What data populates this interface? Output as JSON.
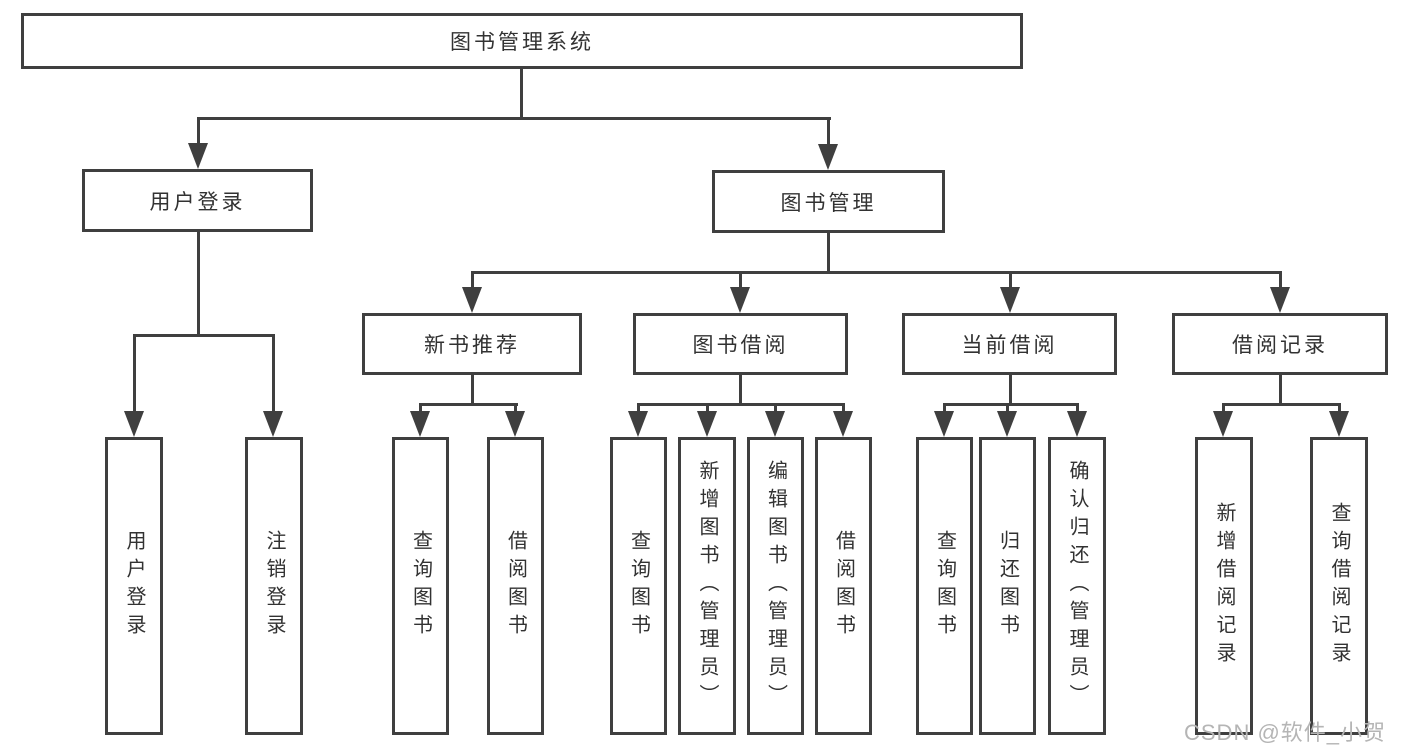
{
  "diagram": {
    "title": "图书管理系统",
    "branches": [
      {
        "label": "用户登录",
        "children": [
          "用户登录",
          "注销登录"
        ]
      },
      {
        "label": "图书管理",
        "sections": [
          {
            "label": "新书推荐",
            "children": [
              "查询图书",
              "借阅图书"
            ]
          },
          {
            "label": "图书借阅",
            "children": [
              "查询图书",
              "新增图书（管理员）",
              "编辑图书（管理员）",
              "借阅图书"
            ]
          },
          {
            "label": "当前借阅",
            "children": [
              "查询图书",
              "归还图书",
              "确认归还（管理员）"
            ]
          },
          {
            "label": "借阅记录",
            "children": [
              "新增借阅记录",
              "查询借阅记录"
            ]
          }
        ]
      }
    ]
  },
  "watermark": {
    "text": "CSDN @软件_小贺同学"
  },
  "colors": {
    "line": "#3f3f3f",
    "text": "#323232",
    "watermark_gray": "#b5b5b5",
    "background": "#ffffff"
  }
}
